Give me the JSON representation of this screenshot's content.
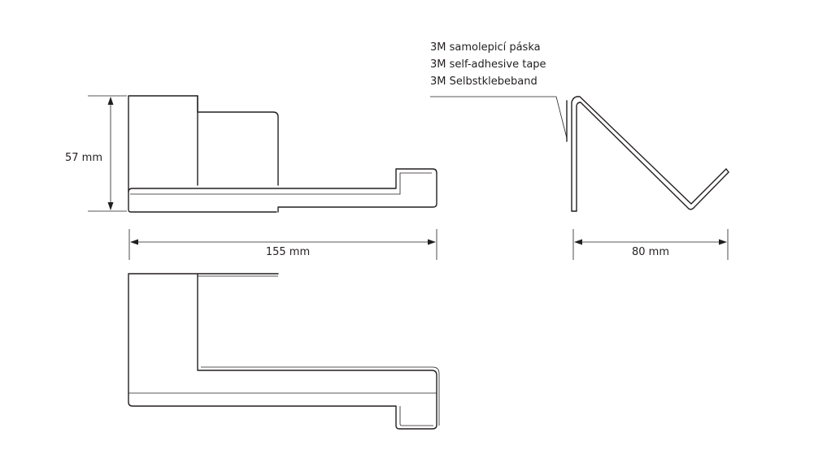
{
  "dimensions": {
    "height": "57 mm",
    "width": "155 mm",
    "depth": "80 mm"
  },
  "tape_note": {
    "lines": [
      "3M samolepicí páska",
      "3M self-adhesive tape",
      "3M Selbstklebeband"
    ]
  }
}
